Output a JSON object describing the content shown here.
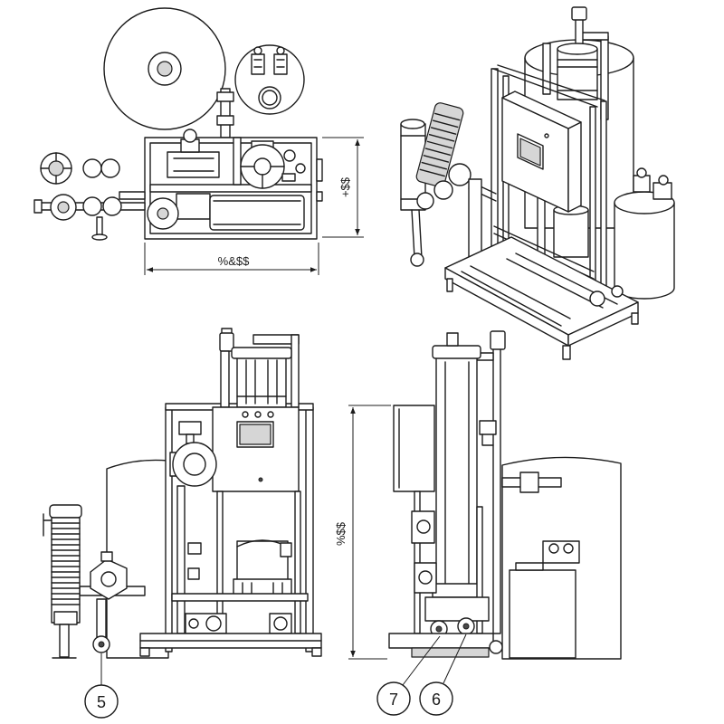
{
  "dimensions": {
    "plan_width": "%&$$",
    "plan_depth": "+$$",
    "side_height": "%$$"
  },
  "callouts": {
    "c5": "5",
    "c7": "7",
    "c6": "6"
  }
}
